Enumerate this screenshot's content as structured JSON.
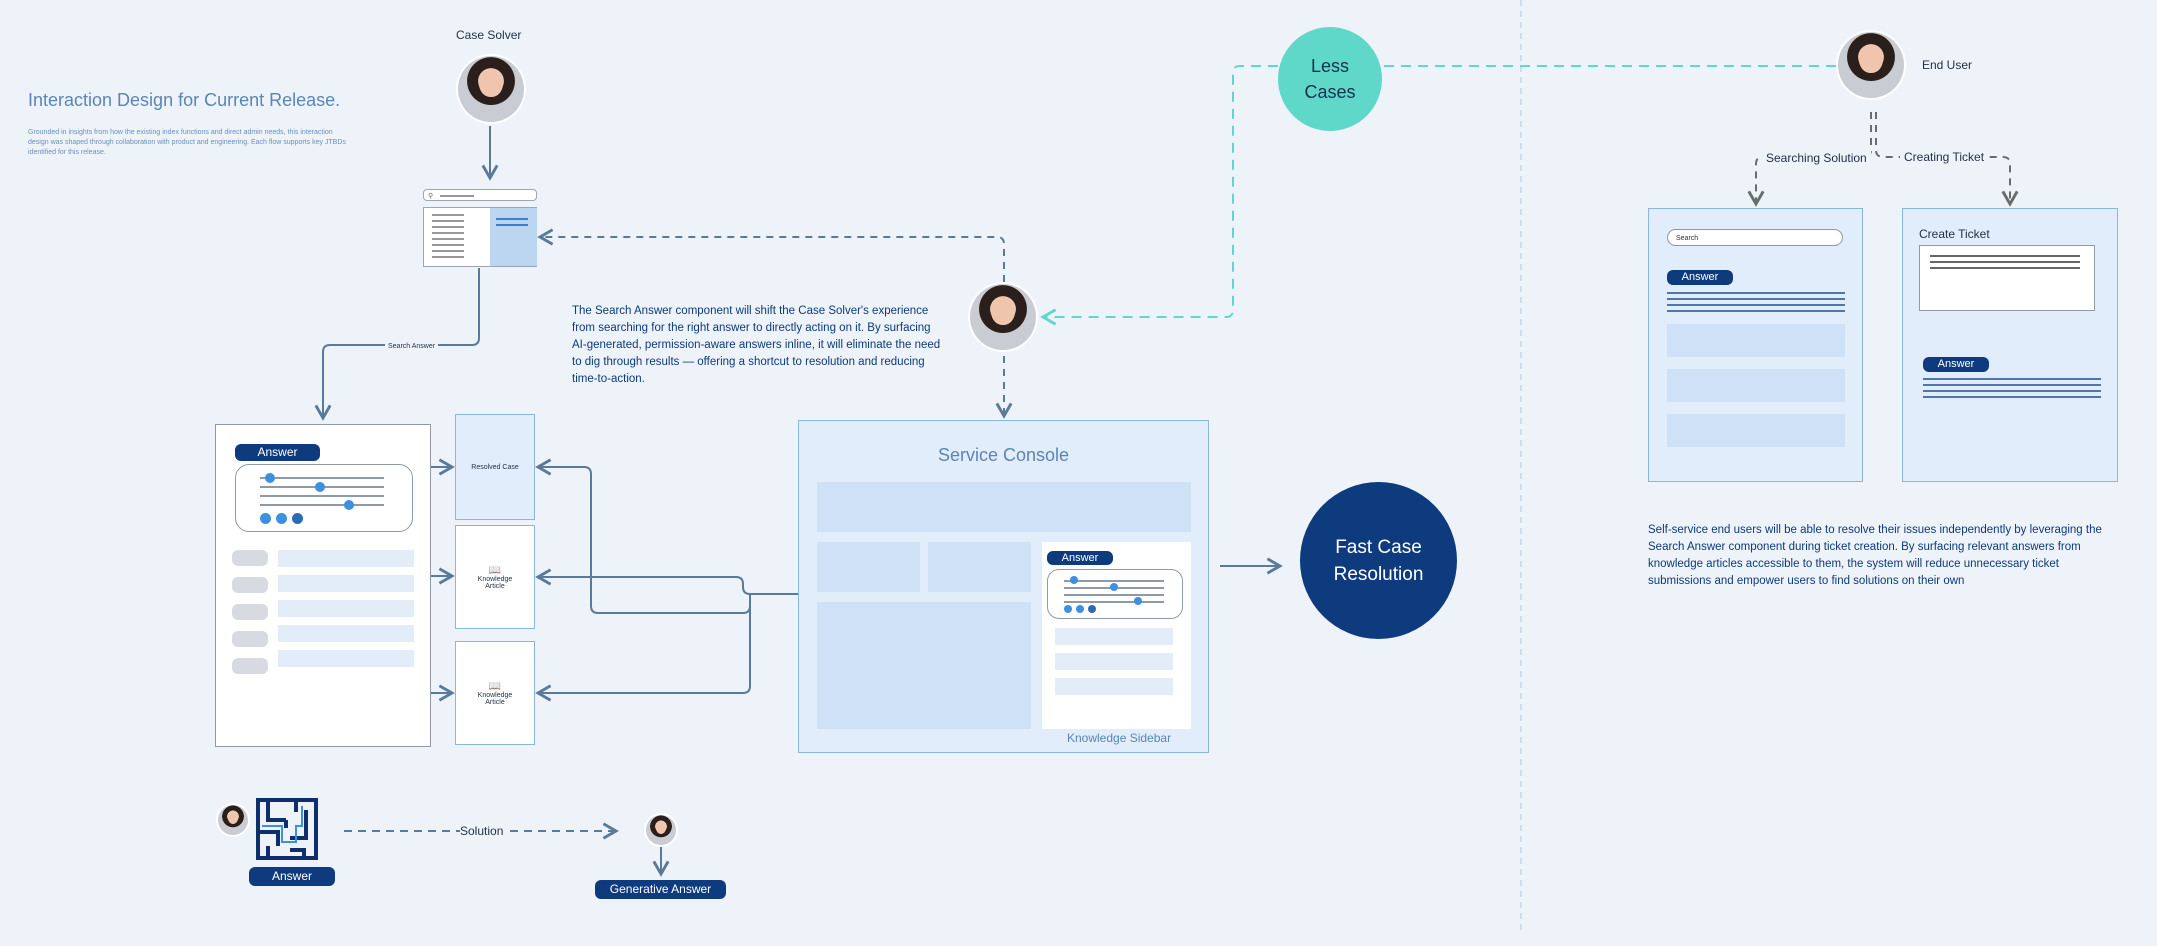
{
  "header": {
    "title": "Interaction Design for Current Release.",
    "intro": "Grounded in insights from how the existing index functions and direct admin needs, this interaction design was shaped through collaboration with product and engineering. Each flow supports key JTBDs identified for this release."
  },
  "case_solver": {
    "label": "Case Solver"
  },
  "flow_label_search_answer": "Search Answer",
  "description_case_solver": "The Search Answer component will shift the Case Solver's experience from searching for the right answer to directly acting on it. By surfacing AI-generated, permission-aware answers inline, it will eliminate the need to dig through results — offering a shortcut to resolution and reducing time-to-action.",
  "less_cases": {
    "line1": "Less",
    "line2": "Cases"
  },
  "end_user": {
    "label": "End User",
    "searching": "Searching Solution",
    "creating": "Creating Ticket"
  },
  "answer_label": "Answer",
  "resolved_case": "Resolved Case",
  "knowledge_article": "Knowledge Article",
  "service_console": {
    "title": "Service Console",
    "sidebar_label": "Knowledge Sidebar"
  },
  "fast_case": {
    "line1": "Fast Case",
    "line2": "Resolution"
  },
  "search_panel": {
    "placeholder": "Search"
  },
  "create_ticket": {
    "title": "Create Ticket"
  },
  "description_end_user": "Self-service end users will be able to resolve their issues independently by leveraging the Search Answer component during ticket creation. By surfacing relevant answers from knowledge articles accessible to them, the system will reduce unnecessary ticket submissions and empower users to find solutions on their own",
  "bottom": {
    "solution": "Solution",
    "generative_answer": "Generative Answer"
  },
  "colors": {
    "navy": "#0e3b7d",
    "teal": "#5fd8c9",
    "line": "#5a7a9a",
    "light_blue": "#cfe1f6"
  }
}
